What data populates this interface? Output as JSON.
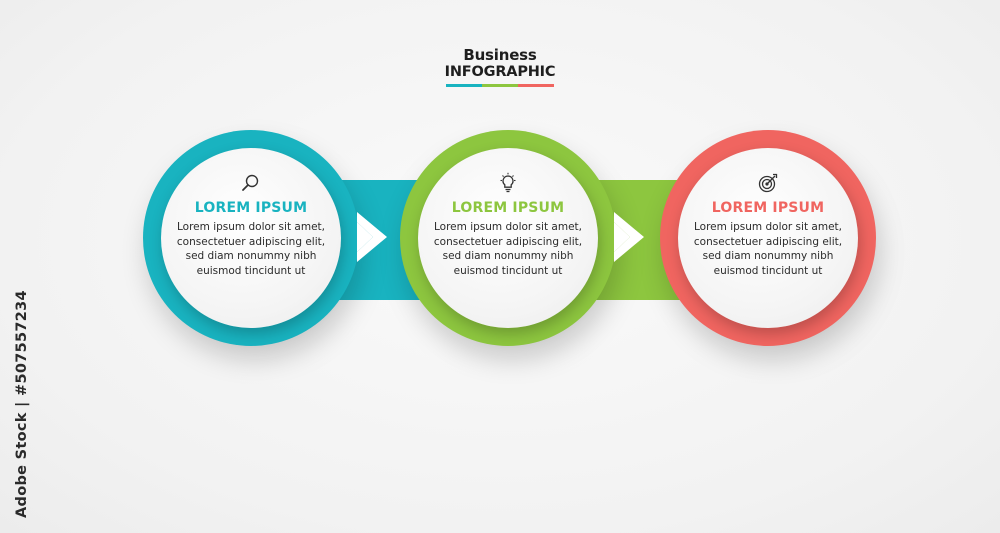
{
  "header": {
    "line1": "Business",
    "line2": "INFOGRAPHIC",
    "bar_colors": [
      "#19b3c0",
      "#8dc63f",
      "#f06560"
    ]
  },
  "steps": [
    {
      "title": "LOREM IPSUM",
      "text": "Lorem ipsum dolor sit amet, consectetuer adipiscing elit, sed diam nonummy nibh euismod tincidunt ut",
      "icon": "magnifier-icon",
      "color": "#19b3c0"
    },
    {
      "title": "LOREM IPSUM",
      "text": "Lorem ipsum dolor sit amet, consectetuer adipiscing elit, sed diam nonummy nibh euismod tincidunt ut",
      "icon": "lightbulb-icon",
      "color": "#8dc63f"
    },
    {
      "title": "LOREM IPSUM",
      "text": "Lorem ipsum dolor sit amet, consectetuer adipiscing elit, sed diam nonummy nibh euismod tincidunt ut",
      "icon": "target-icon",
      "color": "#f06560"
    }
  ],
  "stock_id": "Adobe Stock | #507557234"
}
